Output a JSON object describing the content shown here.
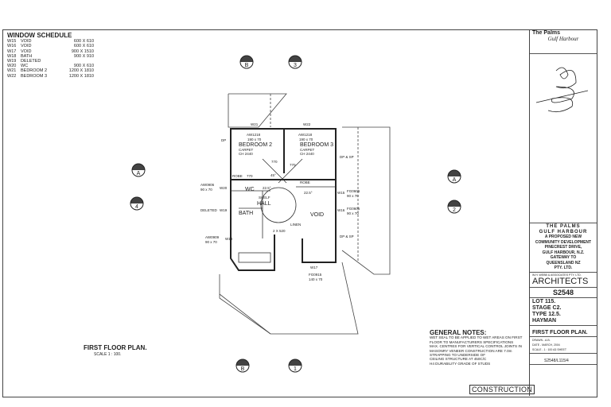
{
  "window_schedule": {
    "title": "WINDOW SCHEDULE",
    "rows": [
      {
        "id": "W15",
        "room": "VOID",
        "size": "600 X 610"
      },
      {
        "id": "W16",
        "room": "VOID",
        "size": "600 X 610"
      },
      {
        "id": "W17",
        "room": "VOID",
        "size": "900 X 1510"
      },
      {
        "id": "W18",
        "room": "BATH",
        "size": "900 X 910"
      },
      {
        "id": "W19",
        "room": "DELETED",
        "size": ""
      },
      {
        "id": "W20",
        "room": "WC",
        "size": "900 X 610"
      },
      {
        "id": "W21",
        "room": "BEDROOM 2",
        "size": "1200 X 1810"
      },
      {
        "id": "W22",
        "room": "BEDROOM 3",
        "size": "1200 X 1810"
      }
    ]
  },
  "plan": {
    "title": "FIRST FLOOR PLAN.",
    "scale": "SCALE 1 : 100.",
    "markers": {
      "b_top": "B",
      "n3": "3",
      "a_left": "A",
      "n4": "4",
      "a_right": "A",
      "n2": "2",
      "b_bottom": "B",
      "n1": "1"
    },
    "labels": {
      "bed2": "BEDROOM 2",
      "bed2_win": "AW1218",
      "bed2_win_size": "190 x 70",
      "bed2_floor": "CARPET",
      "bed2_ch": "CH 2440",
      "bed3": "BEDROOM 3",
      "bed3_win": "AW1218",
      "bed3_win_size": "190 x 70",
      "bed3_floor": "CARPET",
      "bed3_ch": "CH 2440",
      "w21": "W21",
      "w22": "W22",
      "w20": "W20",
      "w19": "W19",
      "w18": "W18",
      "w15": "W15",
      "w16": "W16",
      "w17": "W17",
      "robe1": "ROBE",
      "robe2": "ROBE",
      "d770a": "770",
      "d770b": "770",
      "d770c": "770",
      "ang45": "45°",
      "ang225a": "22.5°",
      "ang225b": "22.5°",
      "wc": "WC",
      "hall": "HALL",
      "bath": "BATH",
      "void": "VOID",
      "linen": "LINEN",
      "dim2x520": "2 X 520",
      "shelf": "SHELF",
      "aw0906": "AW0906",
      "aw0906_size": "90 x 70",
      "deleted": "DELETED",
      "aw0909": "AW0909",
      "aw0909_size": "90 x 70",
      "fg0606a": "FG0606",
      "fg0606a_size": "90 x 70",
      "fg0606b": "FG0606",
      "fg0606b_size": "90 x 70",
      "fg0915": "FG0915",
      "fg0915_size": "140 x 70",
      "dp1": "DP & SP",
      "dp2": "DP & SP",
      "dp3": "DP"
    }
  },
  "notes": {
    "title": "GENERAL NOTES:",
    "lines": [
      "WET SEAL TO BE APPLIED TO WET AREAS ON FIRST",
      "FLOOR TO MANUFACTURERS SPECIFICATIONS",
      "MAX. CENTRES FOR VERTICAL CONTROL JOINTS IN",
      "MASONRY VENEER CONSTRUCTION ARE 7.0m",
      "STRAPPING TO UNDERSIDE OF",
      "CEILING STRUCTURE AT 450C/C",
      "H4 DURABILITY GRADE OF STUDS"
    ],
    "stamp": "CONSTRUCTION"
  },
  "title_block": {
    "logo_line1": "The Palms",
    "logo_line2": "Gulf Harbour",
    "project_line1": "THE PALMS",
    "project_line2": "GULF HARBOUR",
    "project_line3": "A PROPOSED NEW",
    "project_line4": "COMMUNITY DEVELOPMENT",
    "address1": "PINECREST DRIVE,",
    "address2": "GULF HARBOUR, N.Z.",
    "address3": "GATEWAY TO",
    "address4": "QUEENSLAND NZ",
    "address5": "PTY. LTD.",
    "firm_small": "W.H. WEBB & ASSOCIATES PTY. LTD.",
    "firm": "ARCHITECTS",
    "project_no": "S2548",
    "lot1": "LOT 115.",
    "lot2": "STAGE C2.",
    "type1": "TYPE 12.5.",
    "type2": "HAYMAN",
    "drawing_title": "FIRST FLOOR PLAN.",
    "drawn": "DRAWN   - A.B.",
    "date": "DATE    - MARCH, 2004",
    "scale": "SCALE   - 1 : 100 A3 SHEET",
    "drawing_no": "S2548/L115/4"
  }
}
